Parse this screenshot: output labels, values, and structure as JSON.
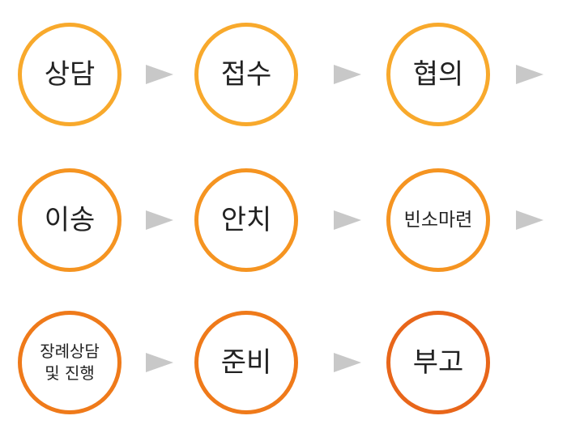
{
  "colors": {
    "row1_border": "#f8a92c",
    "row2_border": "#f59421",
    "row3_border": "#ef7a1a",
    "row3_last_border": "#e8661a",
    "arrow": "#c8c8c8",
    "text": "#222222"
  },
  "steps": [
    {
      "label": "상담"
    },
    {
      "label": "접수"
    },
    {
      "label": "협의"
    },
    {
      "label": "이송"
    },
    {
      "label": "안치"
    },
    {
      "label": "빈소마련"
    },
    {
      "label": "장례상담\n및 진행"
    },
    {
      "label": "준비"
    },
    {
      "label": "부고"
    }
  ]
}
